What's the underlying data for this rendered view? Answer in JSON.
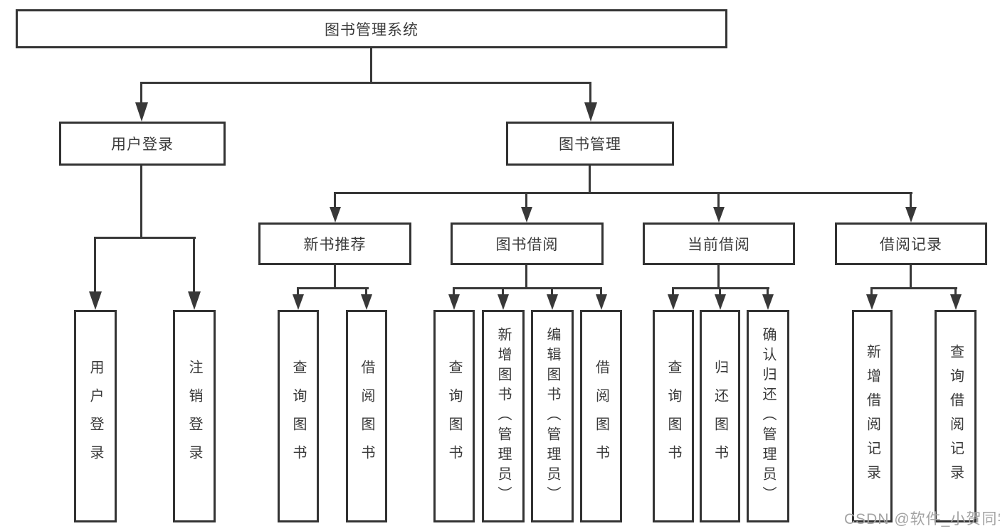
{
  "tree": {
    "root": {
      "label": "图书管理系统"
    },
    "branches": [
      {
        "label": "用户登录",
        "children": [
          {
            "label": "用户登录"
          },
          {
            "label": "注销登录"
          }
        ]
      },
      {
        "label": "图书管理",
        "children": [
          {
            "label": "新书推荐",
            "children": [
              {
                "label": "查询图书"
              },
              {
                "label": "借阅图书"
              }
            ]
          },
          {
            "label": "图书借阅",
            "children": [
              {
                "label": "查询图书"
              },
              {
                "label": "新增图书（管理员）"
              },
              {
                "label": "编辑图书（管理员）"
              },
              {
                "label": "借阅图书"
              }
            ]
          },
          {
            "label": "当前借阅",
            "children": [
              {
                "label": "查询图书"
              },
              {
                "label": "归还图书"
              },
              {
                "label": "确认归还（管理员）"
              }
            ]
          },
          {
            "label": "借阅记录",
            "children": [
              {
                "label": "新增借阅记录"
              },
              {
                "label": "查询借阅记录"
              }
            ]
          }
        ]
      }
    ]
  },
  "watermark": {
    "text": "CSDN @软件_小贺同学"
  },
  "colors": {
    "line": "#383838",
    "text": "#3a3a3a",
    "border": "#333333",
    "watermark": "#a3a3a3",
    "background": "#ffffff"
  }
}
